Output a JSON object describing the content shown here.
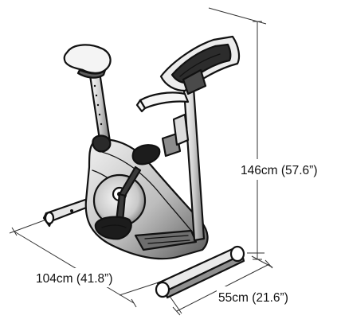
{
  "dimensions": {
    "height_label": "146cm (57.6”)",
    "length_label": "104cm (41.8”)",
    "width_label": "55cm (21.6”)"
  },
  "colors": {
    "outline": "#111111",
    "frame_shade": "#6e6e6e",
    "frame_light": "#dcdcdc",
    "dimension_line": "#333333"
  }
}
